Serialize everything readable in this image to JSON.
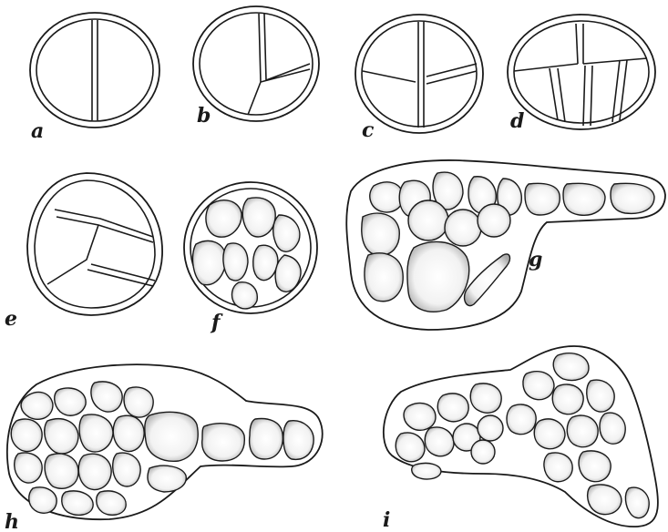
{
  "figure": {
    "labels": {
      "a": "a",
      "b": "b",
      "c": "c",
      "d": "d",
      "e": "e",
      "f": "f",
      "g": "g",
      "h": "h",
      "i": "i"
    },
    "colors": {
      "ink": "#1a1a1a",
      "paper": "#ffffff",
      "stipple": "#bdbdbd"
    }
  }
}
